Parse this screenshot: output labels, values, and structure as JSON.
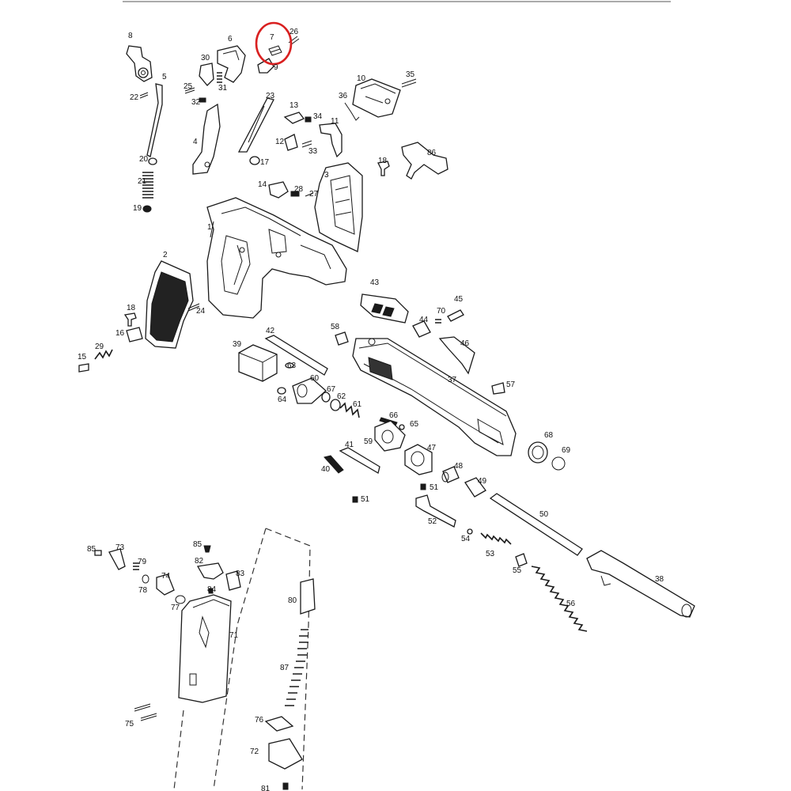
{
  "highlight": {
    "color": "#d92020",
    "target": "7"
  },
  "labels": [
    {
      "id": "p8",
      "text": "8"
    },
    {
      "id": "p6",
      "text": "6"
    },
    {
      "id": "p7",
      "text": "7"
    },
    {
      "id": "p26",
      "text": "26"
    },
    {
      "id": "p9",
      "text": "9"
    },
    {
      "id": "p30",
      "text": "30"
    },
    {
      "id": "p5",
      "text": "5"
    },
    {
      "id": "p25",
      "text": "25"
    },
    {
      "id": "p31",
      "text": "31"
    },
    {
      "id": "p22",
      "text": "22"
    },
    {
      "id": "p32",
      "text": "32"
    },
    {
      "id": "p10",
      "text": "10"
    },
    {
      "id": "p35",
      "text": "35"
    },
    {
      "id": "p23",
      "text": "23"
    },
    {
      "id": "p36",
      "text": "36"
    },
    {
      "id": "p13",
      "text": "13"
    },
    {
      "id": "p34",
      "text": "34"
    },
    {
      "id": "p11",
      "text": "11"
    },
    {
      "id": "p4",
      "text": "4"
    },
    {
      "id": "p12",
      "text": "12"
    },
    {
      "id": "p33",
      "text": "33"
    },
    {
      "id": "p20",
      "text": "20"
    },
    {
      "id": "p17",
      "text": "17"
    },
    {
      "id": "p18a",
      "text": "18"
    },
    {
      "id": "p86",
      "text": "86"
    },
    {
      "id": "p3",
      "text": "3"
    },
    {
      "id": "p21",
      "text": "21"
    },
    {
      "id": "p14",
      "text": "14"
    },
    {
      "id": "p28",
      "text": "28"
    },
    {
      "id": "p27",
      "text": "27"
    },
    {
      "id": "p19",
      "text": "19"
    },
    {
      "id": "p1",
      "text": "1"
    },
    {
      "id": "p2",
      "text": "2"
    },
    {
      "id": "p43",
      "text": "43"
    },
    {
      "id": "p70",
      "text": "70"
    },
    {
      "id": "p45",
      "text": "45"
    },
    {
      "id": "p18b",
      "text": "18"
    },
    {
      "id": "p24",
      "text": "24"
    },
    {
      "id": "p44",
      "text": "44"
    },
    {
      "id": "p16",
      "text": "16"
    },
    {
      "id": "p42",
      "text": "42"
    },
    {
      "id": "p58",
      "text": "58"
    },
    {
      "id": "p46",
      "text": "46"
    },
    {
      "id": "p29",
      "text": "29"
    },
    {
      "id": "p39",
      "text": "39"
    },
    {
      "id": "p15",
      "text": "15"
    },
    {
      "id": "p63",
      "text": "63"
    },
    {
      "id": "p37",
      "text": "37"
    },
    {
      "id": "p57",
      "text": "57"
    },
    {
      "id": "p60",
      "text": "60"
    },
    {
      "id": "p67",
      "text": "67"
    },
    {
      "id": "p62",
      "text": "62"
    },
    {
      "id": "p64",
      "text": "64"
    },
    {
      "id": "p61",
      "text": "61"
    },
    {
      "id": "p66",
      "text": "66"
    },
    {
      "id": "p65",
      "text": "65"
    },
    {
      "id": "p68",
      "text": "68"
    },
    {
      "id": "p59",
      "text": "59"
    },
    {
      "id": "p69",
      "text": "69"
    },
    {
      "id": "p41",
      "text": "41"
    },
    {
      "id": "p47",
      "text": "47"
    },
    {
      "id": "p40",
      "text": "40"
    },
    {
      "id": "p48",
      "text": "48"
    },
    {
      "id": "p49",
      "text": "49"
    },
    {
      "id": "p51a",
      "text": "51"
    },
    {
      "id": "p51b",
      "text": "51"
    },
    {
      "id": "p50",
      "text": "50"
    },
    {
      "id": "p52",
      "text": "52"
    },
    {
      "id": "p54",
      "text": "54"
    },
    {
      "id": "p85a",
      "text": "85"
    },
    {
      "id": "p73",
      "text": "73"
    },
    {
      "id": "p85b",
      "text": "85"
    },
    {
      "id": "p53",
      "text": "53"
    },
    {
      "id": "p79",
      "text": "79"
    },
    {
      "id": "p82",
      "text": "82"
    },
    {
      "id": "p83",
      "text": "83"
    },
    {
      "id": "p55",
      "text": "55"
    },
    {
      "id": "p74",
      "text": "74"
    },
    {
      "id": "p38",
      "text": "38"
    },
    {
      "id": "p78",
      "text": "78"
    },
    {
      "id": "p84",
      "text": "84"
    },
    {
      "id": "p80",
      "text": "80"
    },
    {
      "id": "p77",
      "text": "77"
    },
    {
      "id": "p56",
      "text": "56"
    },
    {
      "id": "p71",
      "text": "71"
    },
    {
      "id": "p87",
      "text": "87"
    },
    {
      "id": "p75",
      "text": "75"
    },
    {
      "id": "p76",
      "text": "76"
    },
    {
      "id": "p72",
      "text": "72"
    },
    {
      "id": "p81",
      "text": "81"
    }
  ]
}
